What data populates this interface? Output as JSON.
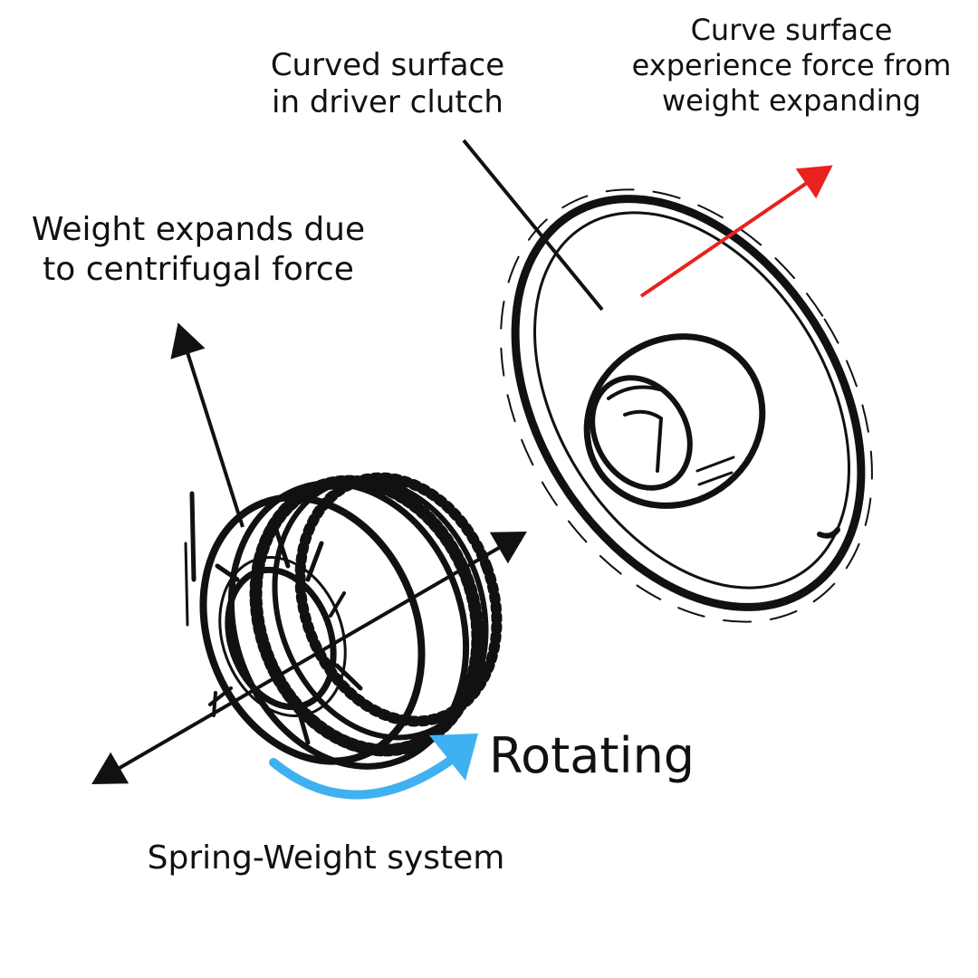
{
  "labels": {
    "curved_surface": "Curved surface\nin driver clutch",
    "curve_force": "Curve surface\nexperience force from\nweight expanding",
    "weight_expands": "Weight expands due\nto centrifugal force",
    "rotating": "Rotating",
    "system": "Spring-Weight system"
  },
  "colors": {
    "ink": "#111111",
    "force_arrow": "#e8221f",
    "rotation_arrow": "#3fb1f0"
  }
}
